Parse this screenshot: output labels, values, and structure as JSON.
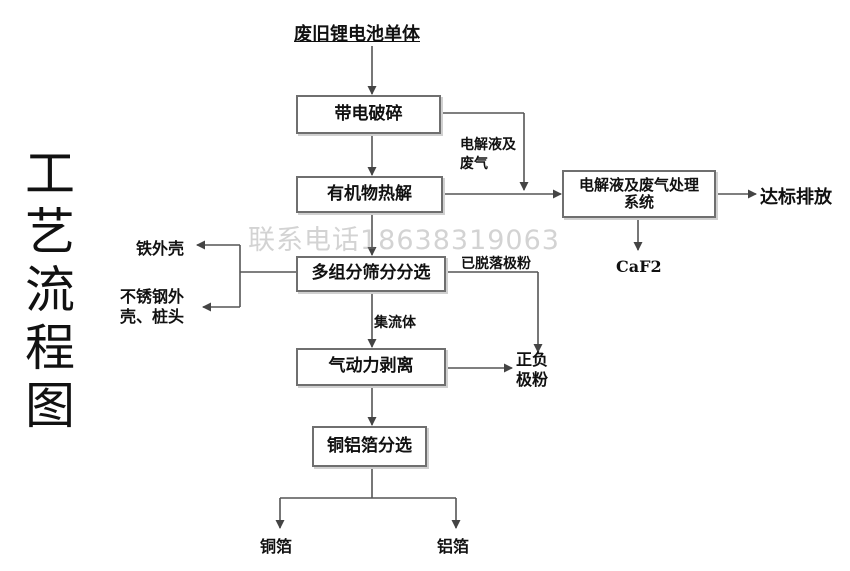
{
  "title": {
    "chars": [
      "工",
      "艺",
      "流",
      "程",
      "图"
    ]
  },
  "watermark": "联系电话18638319063",
  "nodes": {
    "input": "废旧锂电池单体",
    "crush": "带电破碎",
    "pyrolysis": "有机物热解",
    "screening": "多组分筛分分选",
    "stripping": "气动力剥离",
    "cu_al_sep": "铜铝箔分选",
    "treatment_line1": "电解液及废气处理",
    "treatment_line2": "系统",
    "discharge": "达标排放",
    "caf2": "CaF2",
    "iron_shell": "铁外壳",
    "steel_line1": "不锈钢外",
    "steel_line2": "壳、桩头",
    "powder_line1": "正负",
    "powder_line2": "极粉",
    "copper_foil": "铜箔",
    "aluminum_foil": "铝箔"
  },
  "labels": {
    "electrolyte_line1": "电解液及",
    "electrolyte_line2": "废气",
    "detached_powder": "已脱落极粉",
    "current_collector": "集流体"
  }
}
